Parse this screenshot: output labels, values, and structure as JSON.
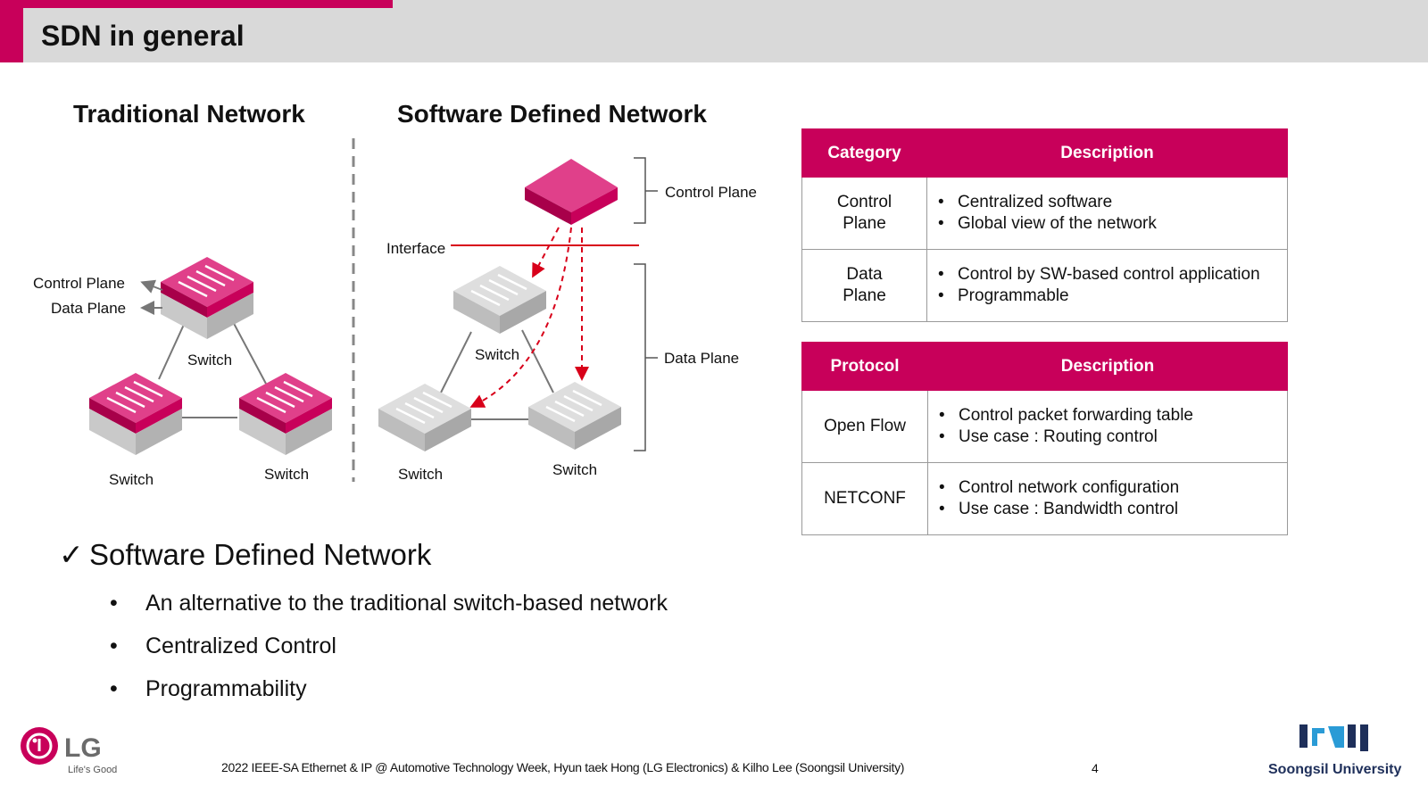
{
  "slide": {
    "title": "SDN in general",
    "brand_color": "#c8005a"
  },
  "diagram": {
    "traditional_title": "Traditional Network",
    "sdn_title": "Software Defined Network",
    "trad_control_plane": "Control Plane",
    "trad_data_plane": "Data Plane",
    "trad_switch_top": "Switch",
    "trad_switch_left": "Switch",
    "trad_switch_right": "Switch",
    "sdn_control_plane": "Control Plane",
    "sdn_data_plane": "Data Plane",
    "sdn_interface": "Interface",
    "sdn_switch_top": "Switch",
    "sdn_switch_left": "Switch",
    "sdn_switch_right": "Switch"
  },
  "table1": {
    "headers": [
      "Category",
      "Description"
    ],
    "rows": [
      {
        "category": [
          "Control",
          "Plane"
        ],
        "items": [
          "Centralized software",
          "Global view of the network"
        ]
      },
      {
        "category": [
          "Data",
          "Plane"
        ],
        "items": [
          "Control by SW-based control application",
          "Programmable"
        ]
      }
    ]
  },
  "table2": {
    "headers": [
      "Protocol",
      "Description"
    ],
    "rows": [
      {
        "category": [
          "Open Flow"
        ],
        "items": [
          "Control packet forwarding table",
          "Use case : Routing control"
        ]
      },
      {
        "category": [
          "NETCONF"
        ],
        "items": [
          "Control network configuration",
          "Use case : Bandwidth control"
        ]
      }
    ]
  },
  "content": {
    "check_glyph": "✓",
    "heading": "Software Defined Network",
    "bullet_glyph": "•",
    "bullets": [
      "An alternative to the traditional switch-based network",
      "Centralized Control",
      "Programmability"
    ]
  },
  "footer": {
    "lg_logo_text": "LG",
    "lg_tagline": "Life's Good",
    "text": "2022 IEEE-SA Ethernet & IP @ Automotive Technology Week, Hyun taek Hong (LG Electronics) & Kilho Lee (Soongsil University)",
    "page": "4",
    "university": "Soongsil University"
  }
}
